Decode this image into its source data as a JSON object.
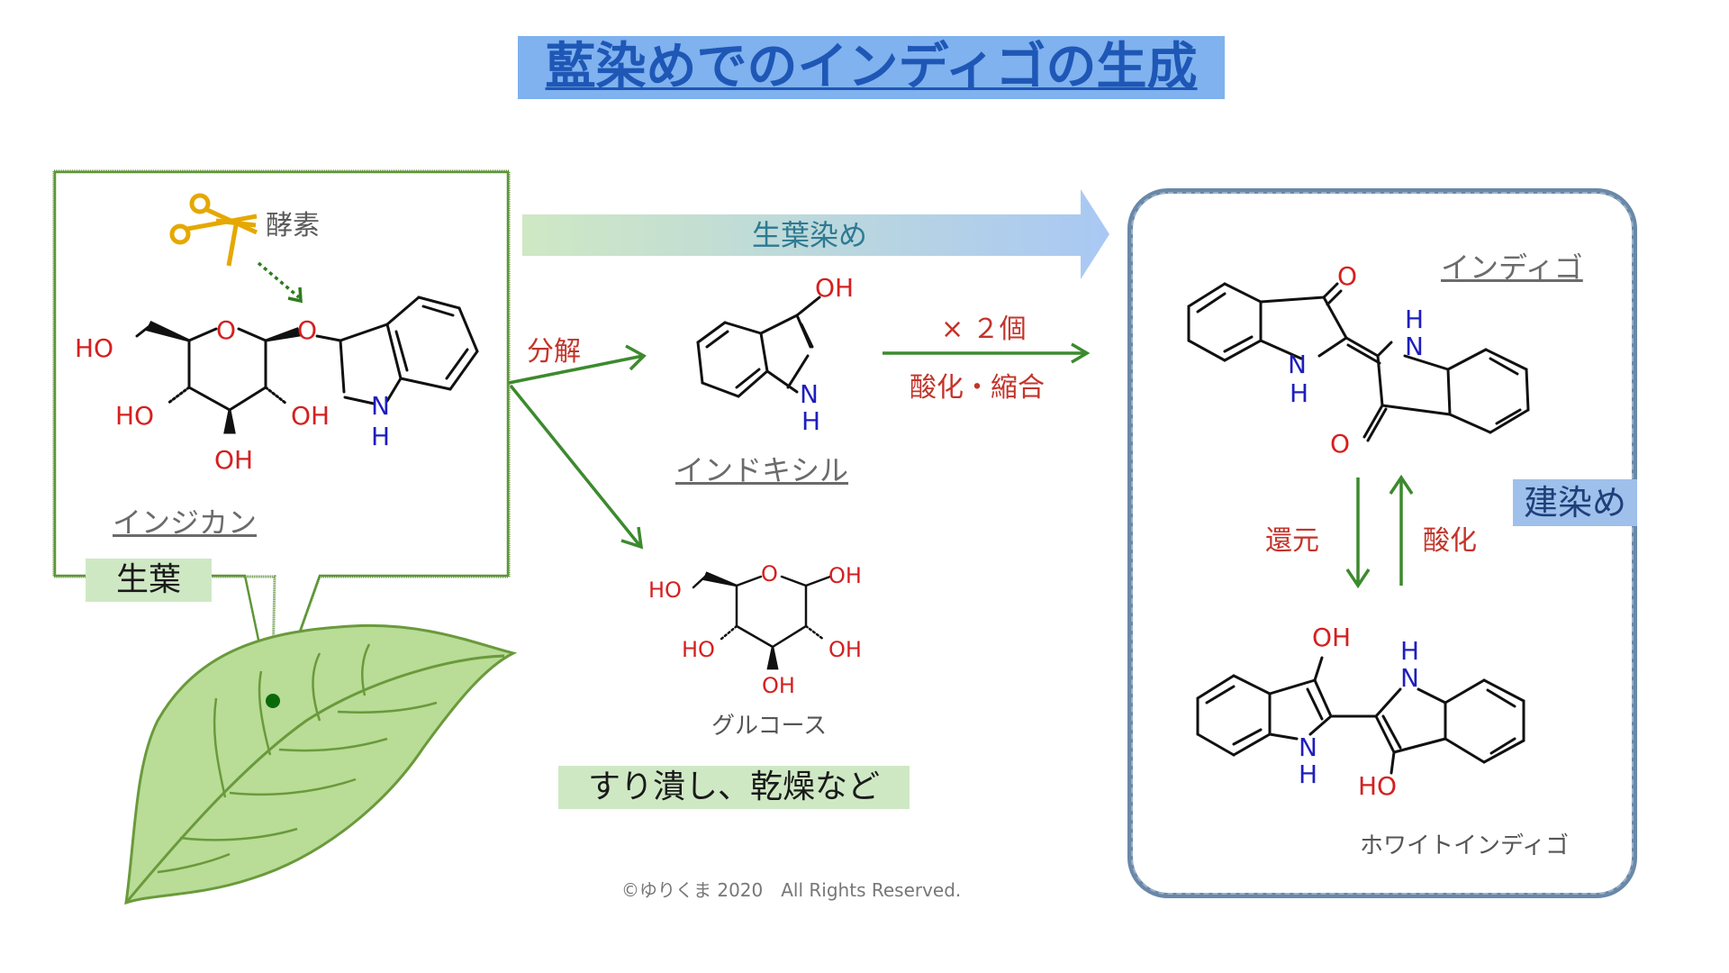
{
  "title": "藍染めでのインディゴの生成",
  "labels": {
    "enzyme": "酵素",
    "indican": "インジカン",
    "fresh_leaf": "生葉",
    "fresh_leaf_dyeing": "生葉染め",
    "decompose": "分解",
    "indoxyl": "インドキシル",
    "times_two": "× ２個",
    "oxidation_condensation": "酸化・縮合",
    "glucose": "グルコース",
    "crush_dry": "すり潰し、乾燥など",
    "indigo": "インディゴ",
    "reduction": "還元",
    "oxidation": "酸化",
    "vat_dyeing": "建染め",
    "white_indigo": "ホワイトインディゴ",
    "copyright": "©ゆりくま 2020　All  Rights  Reserved."
  },
  "atoms": {
    "HO": "HO",
    "OH": "OH",
    "O": "O",
    "N": "N",
    "H": "H"
  },
  "colors": {
    "title_bg": "#7fb2ee",
    "title_text": "#1f57b6",
    "leaf_fill": "#b9dc97",
    "leaf_stroke": "#6a9a3b",
    "callout_border": "#4f8a2a",
    "panel_border": "#6a88a8",
    "vat_label_bg": "#9ec0ea",
    "label_green_bg": "#cfe8c4",
    "process_red": "#c3342a",
    "oxygen_red": "#d42020",
    "nitrogen_blue": "#1e1ebe"
  }
}
